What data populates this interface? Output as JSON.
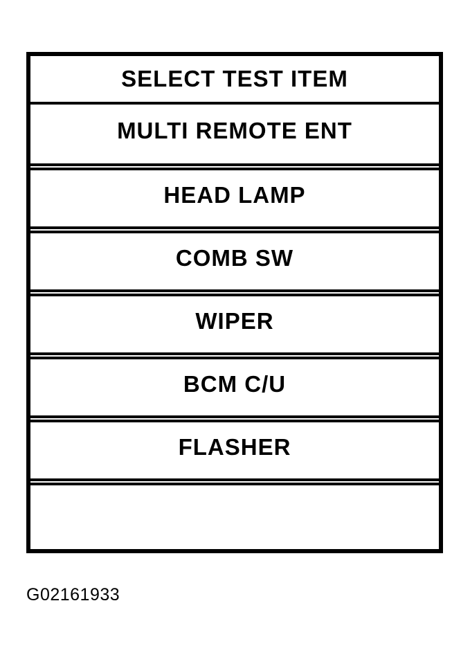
{
  "screen": {
    "header": "SELECT TEST ITEM",
    "items": [
      "MULTI REMOTE ENT",
      "HEAD LAMP",
      "COMB SW",
      "WIPER",
      "BCM C/U",
      "FLASHER",
      ""
    ],
    "figure_id": "G02161933",
    "colors": {
      "ink": "#000000",
      "paper": "#ffffff"
    }
  }
}
